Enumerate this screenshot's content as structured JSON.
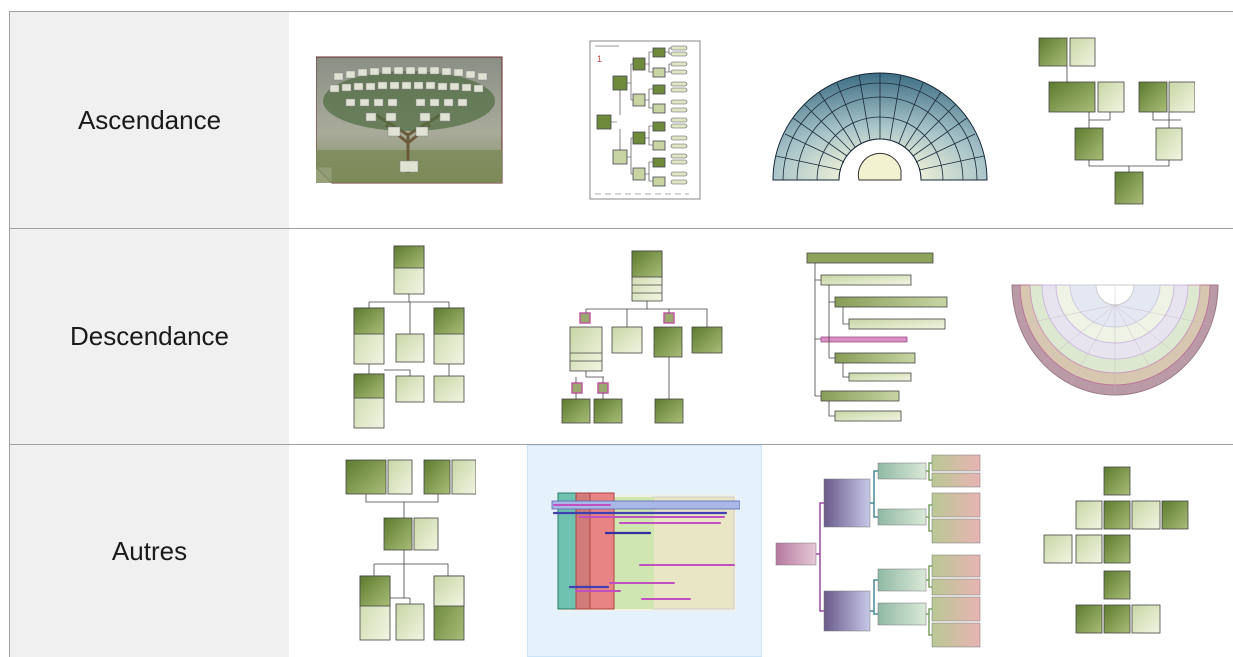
{
  "rows": [
    {
      "label": "Ascendance"
    },
    {
      "label": "Descendance"
    },
    {
      "label": "Autres"
    }
  ]
}
